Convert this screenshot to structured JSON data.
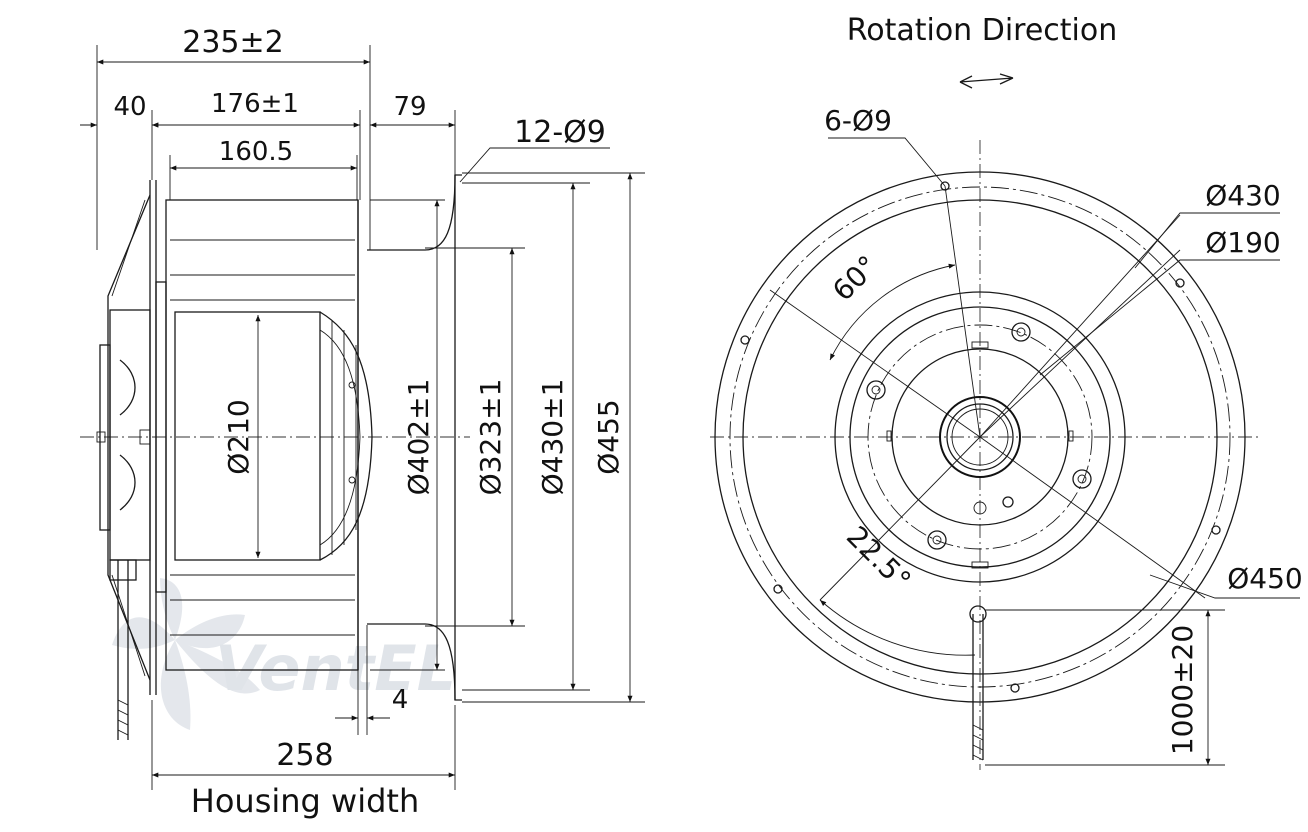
{
  "side_view": {
    "overall_length": "235±2",
    "flange_offset": "40",
    "motor_length": "176±1",
    "rotor_length": "160.5",
    "inlet_depth": "79",
    "mounting_holes": "12-Ø9",
    "motor_dia": "Ø210",
    "inlet_dia": "Ø402±1",
    "hub_dia": "Ø323±1",
    "bolt_circle_dia": "Ø430±1",
    "outer_dia": "Ø455",
    "gap": "4",
    "housing_width_value": "258",
    "housing_width_label": "Housing width"
  },
  "front_view": {
    "rotation_label": "Rotation Direction",
    "mounting_holes": "6-Ø9",
    "bolt_circle_dia": "Ø430",
    "hub_dia": "Ø190",
    "ring_dia": "Ø450",
    "angle_60": "60°",
    "angle_22": "22.5°",
    "cable_length": "1000±20"
  },
  "watermark": {
    "text": "VentEL"
  },
  "colors": {
    "line": "#1a1a1a",
    "watermark": "#c7ced8"
  }
}
